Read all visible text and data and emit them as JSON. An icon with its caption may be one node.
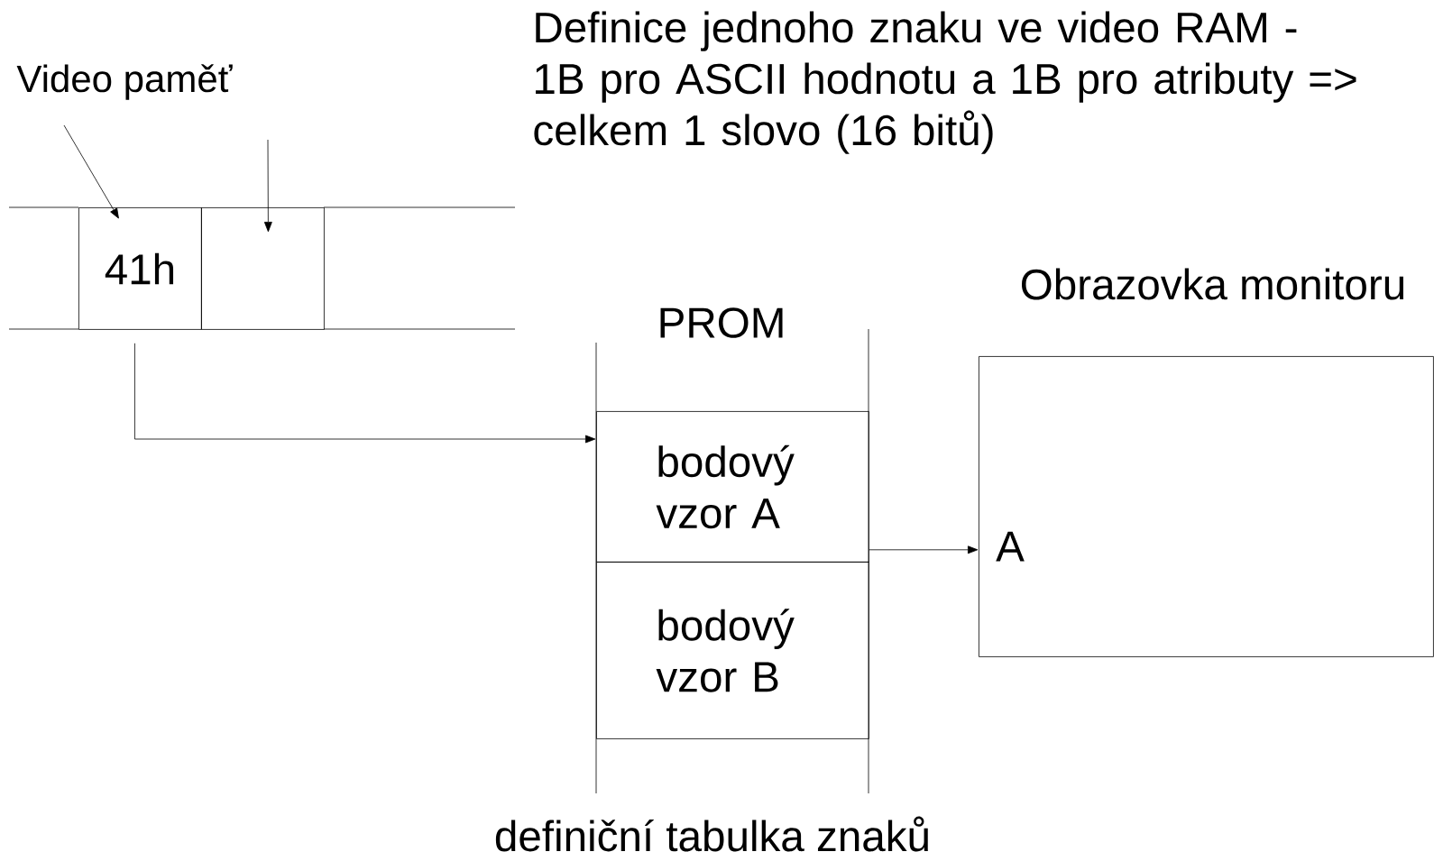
{
  "diagram": {
    "nodes": [
      {
        "text": [
          "Video paměť"
        ]
      },
      {
        "text": [
          "41h"
        ]
      },
      {
        "text": [],
        "shape": "box"
      },
      {
        "text": [
          "PROM"
        ],
        "beside": [
          "definiční tabulka znaků"
        ]
      },
      {
        "text": [
          "bodový vzor A"
        ],
        "in": 3
      },
      {
        "text": [
          "bodový vzor B"
        ],
        "in": 3
      },
      {
        "text": [
          "Obrazovka monitoru",
          "A"
        ]
      }
    ],
    "edges": [
      {
        "from": 0,
        "to": 1,
        "arrow": "to"
      },
      {
        "from": null,
        "to": 2,
        "arrow": "to"
      },
      {
        "from": 1,
        "to": 4,
        "arrow": "to"
      },
      {
        "from": 4,
        "to": 6,
        "arrow": "to"
      }
    ],
    "labels": [
      "Definice jednoho znaku ve video RAM - 1B pro ASCII hodnotu a 1B pro atributy => celkem 1 slovo (16 bitů)"
    ]
  }
}
